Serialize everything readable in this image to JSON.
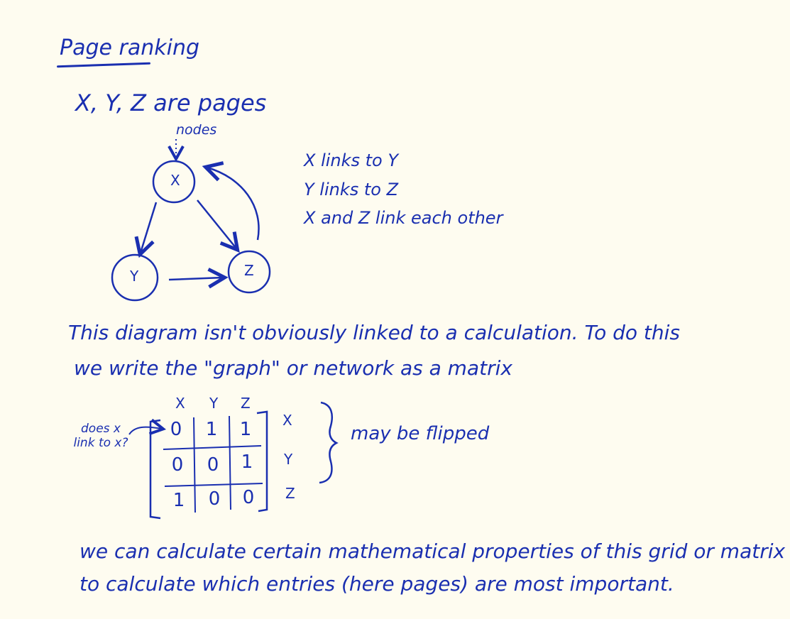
{
  "title": "Page ranking",
  "intro": "X, Y, Z are pages",
  "nodes_label": "nodes",
  "graph": {
    "nodes": [
      {
        "id": "x",
        "label": "X"
      },
      {
        "id": "y",
        "label": "Y"
      },
      {
        "id": "z",
        "label": "Z"
      }
    ],
    "edges": [
      {
        "from": "X",
        "to": "Y"
      },
      {
        "from": "X",
        "to": "Z"
      },
      {
        "from": "Y",
        "to": "Z"
      },
      {
        "from": "Z",
        "to": "X"
      }
    ]
  },
  "facts": [
    "X links to Y",
    "Y links to Z",
    "X and Z link each other"
  ],
  "paragraph1": [
    "This diagram isn't obviously linked to a calculation. To do this",
    "we write the \"graph\" or network as a matrix"
  ],
  "matrix": {
    "col_labels": [
      "X",
      "Y",
      "Z"
    ],
    "row_labels": [
      "X",
      "Y",
      "Z"
    ],
    "rows": [
      [
        "0",
        "1",
        "1"
      ],
      [
        "0",
        "0",
        "1"
      ],
      [
        "1",
        "0",
        "0"
      ]
    ],
    "question": "does x link to x?",
    "brace_note": "may be flipped"
  },
  "paragraph2": [
    "we can calculate certain mathematical properties of this grid or matrix",
    "to calculate which entries (here pages) are most important."
  ],
  "colors": {
    "ink": "#1a2fb0",
    "paper": "#fefcf0"
  }
}
